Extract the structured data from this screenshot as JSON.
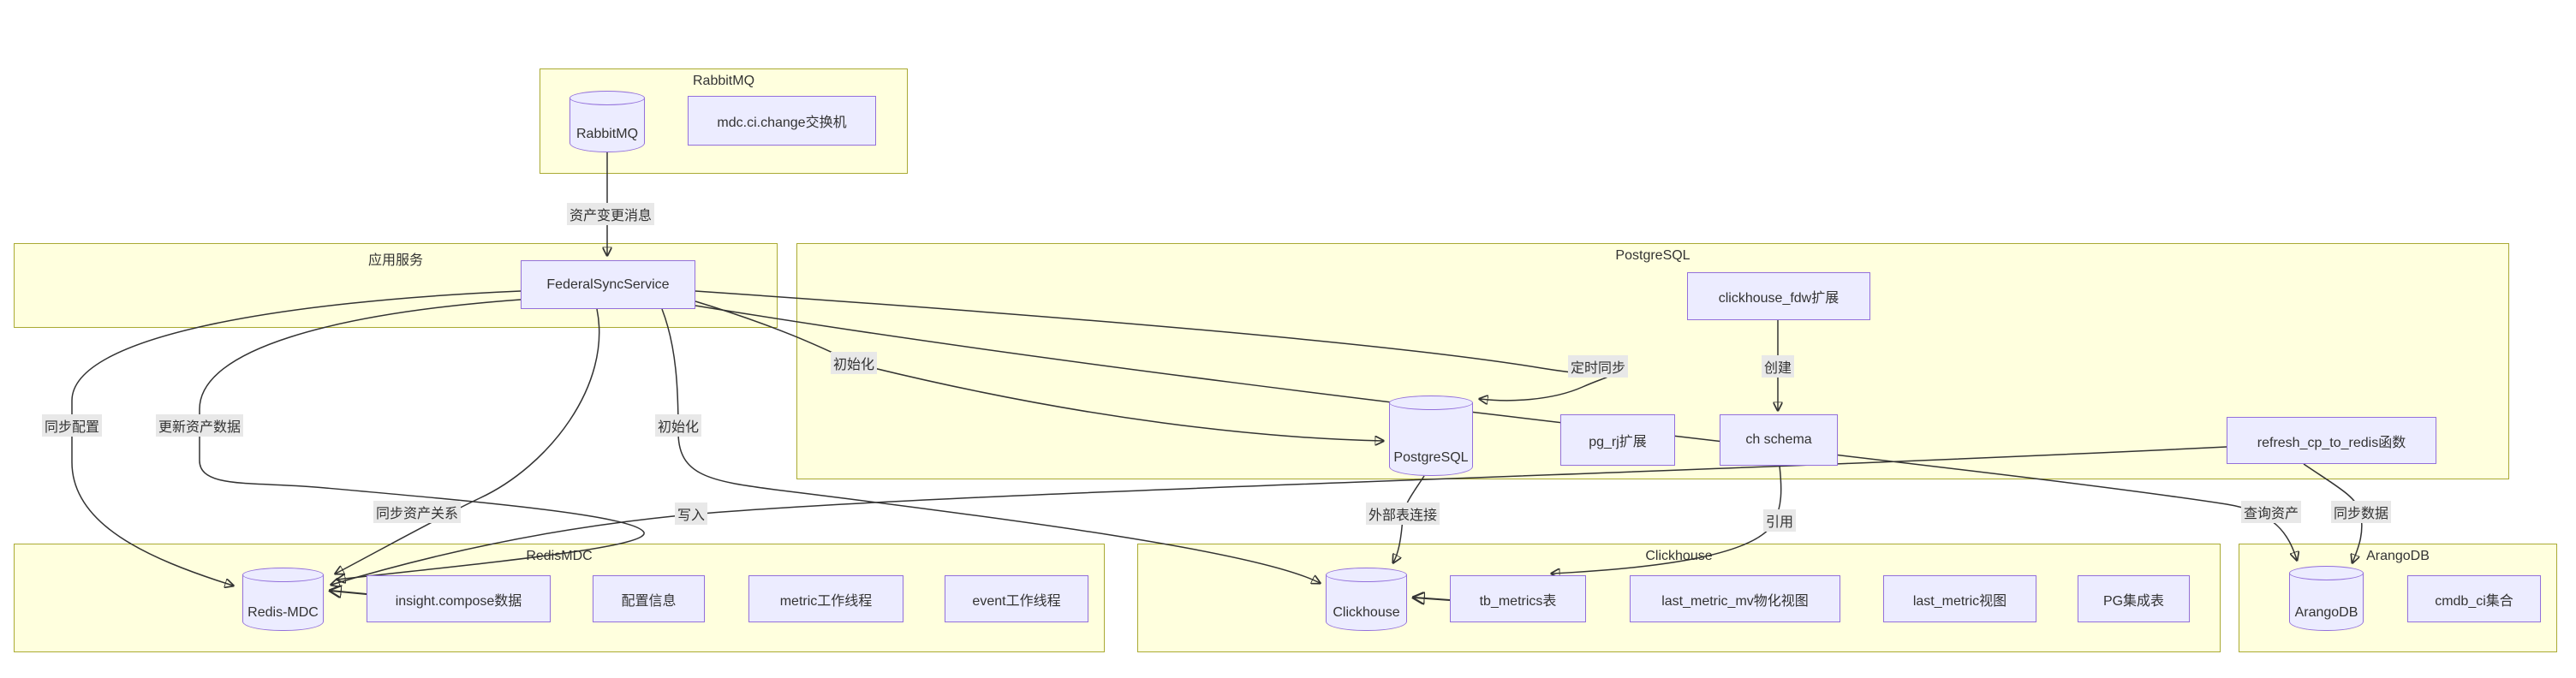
{
  "diagram_type": "flowchart",
  "colors": {
    "cluster_fill": "#ffffde",
    "cluster_border": "#aaaa33",
    "node_fill": "#ECECFF",
    "node_border": "#9370DB",
    "edge_stroke": "#333333",
    "edge_label_bg": "#e8e8e8",
    "text": "#333333"
  },
  "clusters": {
    "rabbitmq": {
      "title": "RabbitMQ"
    },
    "app_service": {
      "title": "应用服务"
    },
    "postgresql": {
      "title": "PostgreSQL"
    },
    "redis_mdc": {
      "title": "RedisMDC"
    },
    "clickhouse": {
      "title": "Clickhouse"
    },
    "arangodb": {
      "title": "ArangoDB"
    }
  },
  "nodes": {
    "rabbitmq_db": {
      "label": "RabbitMQ",
      "shape": "cylinder"
    },
    "exchange": {
      "label": "mdc.ci.change交换机",
      "shape": "rect"
    },
    "federal_sync_service": {
      "label": "FederalSyncService",
      "shape": "rect"
    },
    "clickhouse_fdw": {
      "label": "clickhouse_fdw扩展",
      "shape": "rect"
    },
    "postgresql_db": {
      "label": "PostgreSQL",
      "shape": "cylinder"
    },
    "pg_rj": {
      "label": "pg_rj扩展",
      "shape": "rect"
    },
    "ch_schema": {
      "label": "ch schema",
      "shape": "rect"
    },
    "refresh_fn": {
      "label": "refresh_cp_to_redis函数",
      "shape": "rect"
    },
    "redis_db": {
      "label": "Redis-MDC",
      "shape": "cylinder"
    },
    "insight_compose": {
      "label": "insight.compose数据",
      "shape": "rect"
    },
    "config_info": {
      "label": "配置信息",
      "shape": "rect"
    },
    "metric_worker": {
      "label": "metric工作线程",
      "shape": "rect"
    },
    "event_worker": {
      "label": "event工作线程",
      "shape": "rect"
    },
    "clickhouse_db": {
      "label": "Clickhouse",
      "shape": "cylinder"
    },
    "tb_metrics": {
      "label": "tb_metrics表",
      "shape": "rect"
    },
    "last_metric_mv": {
      "label": "last_metric_mv物化视图",
      "shape": "rect"
    },
    "last_metric_view": {
      "label": "last_metric视图",
      "shape": "rect"
    },
    "pg_integration": {
      "label": "PG集成表",
      "shape": "rect"
    },
    "arango_db": {
      "label": "ArangoDB",
      "shape": "cylinder"
    },
    "cmdb_ci": {
      "label": "cmdb_ci集合",
      "shape": "rect"
    }
  },
  "edge_labels": {
    "asset_change_msg": "资产变更消息",
    "sync_config": "同步配置",
    "update_asset_data": "更新资产数据",
    "init_clickhouse": "初始化",
    "init_postgresql": "初始化",
    "timed_sync": "定时同步",
    "create": "创建",
    "sync_asset_relation": "同步资产关系",
    "write": "写入",
    "external_table_conn": "外部表连接",
    "reference": "引用",
    "query_asset": "查询资产",
    "sync_data": "同步数据"
  }
}
